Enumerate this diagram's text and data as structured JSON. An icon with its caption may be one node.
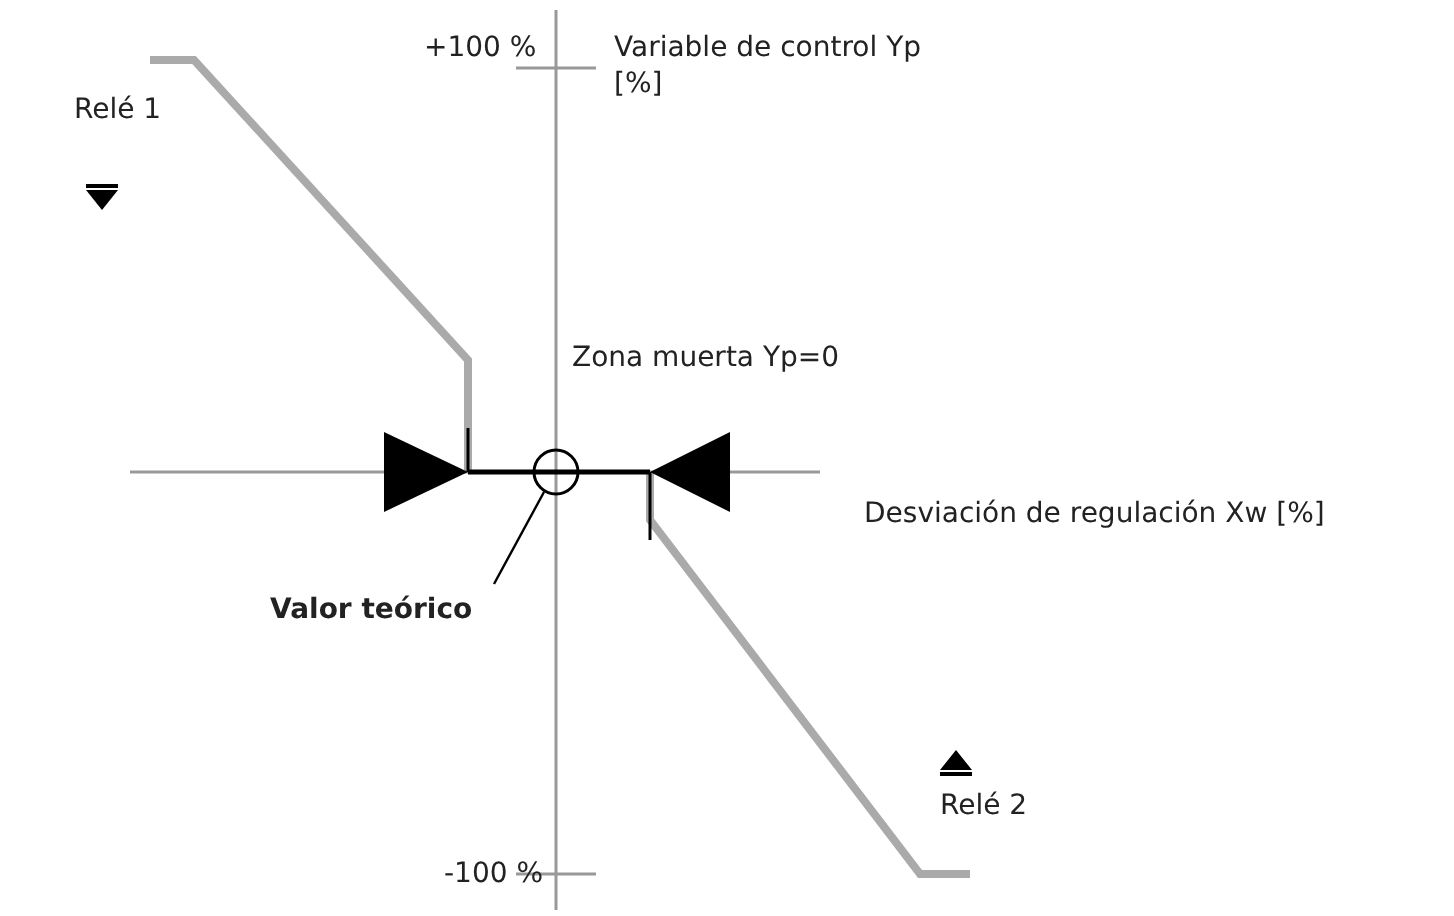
{
  "diagram": {
    "nodes": [
      {
        "text": [
          "Valor teórico"
        ]
      },
      {
        "text": [],
        "shape": "circle"
      }
    ],
    "edges": [
      {
        "from": 0,
        "to": 1,
        "arrow": "none"
      }
    ],
    "labels": [
      "+100 %",
      "Variable de control Yp [%]",
      "Relé 1",
      "Zona muerta Yp=0",
      "Desviación de regulación Xw [%]",
      "Relé 2",
      "-100 %"
    ]
  }
}
